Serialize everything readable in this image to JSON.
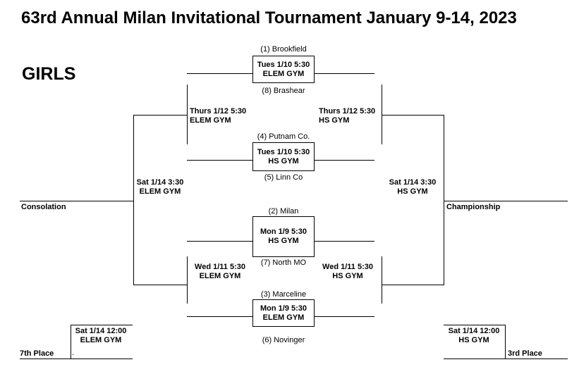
{
  "title": "63rd Annual Milan Invitational Tournament January 9-14, 2023",
  "division": "GIRLS",
  "first_round": [
    {
      "top_team": "(1) Brookfield",
      "bottom_team": "(8) Brashear",
      "date": "Tues 1/10 5:30",
      "gym": "ELEM GYM"
    },
    {
      "top_team": "(4) Putnam Co.",
      "bottom_team": "(5) Linn Co",
      "date": "Tues 1/10 5:30",
      "gym": "HS GYM"
    },
    {
      "top_team": "(2) Milan",
      "bottom_team": "(7) North MO",
      "date": "Mon 1/9 5:30",
      "gym": "HS GYM"
    },
    {
      "top_team": "(3) Marceline",
      "bottom_team": "(6) Novinger",
      "date": "Mon 1/9 5:30",
      "gym": "ELEM GYM"
    }
  ],
  "semis": {
    "left_top": {
      "date": "Thurs 1/12  5:30",
      "gym": "ELEM GYM"
    },
    "right_top": {
      "date": "Thurs 1/12  5:30",
      "gym": "HS GYM"
    },
    "left_bottom": {
      "date": "Wed 1/11 5:30",
      "gym": "ELEM GYM"
    },
    "right_bottom": {
      "date": "Wed 1/11 5:30",
      "gym": "HS GYM"
    }
  },
  "finals": {
    "left": {
      "date": "Sat 1/14 3:30",
      "gym": "ELEM GYM"
    },
    "right": {
      "date": "Sat 1/14 3:30",
      "gym": "HS GYM"
    }
  },
  "placement_games": {
    "left": {
      "date": "Sat 1/14 12:00",
      "gym": "ELEM GYM"
    },
    "right": {
      "date": "Sat 1/14 12:00",
      "gym": "HS GYM"
    }
  },
  "labels": {
    "consolation": "Consolation",
    "championship": "Championship",
    "seventh_place": "7th Place",
    "third_place": "3rd Place",
    "seventh_place_mark": "."
  }
}
